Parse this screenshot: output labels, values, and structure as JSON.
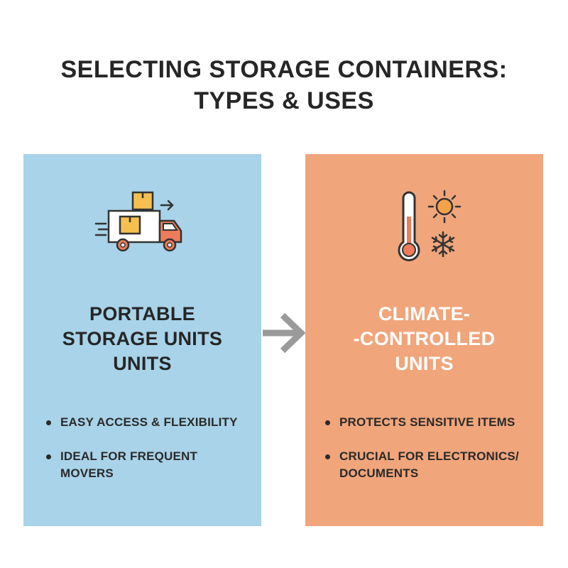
{
  "title": {
    "line1": "SELECTING STORAGE CONTAINERS:",
    "line2": "TYPES & USES"
  },
  "left_card": {
    "icon": "delivery-truck-icon",
    "heading_lines": [
      "PORTABLE",
      "STORAGE UNITS",
      "UNITS"
    ],
    "bullets": [
      "EASY ACCESS & FLEXIBILITY",
      "IDEAL FOR FREQUENT MOVERS"
    ],
    "background": "#a8d3e9"
  },
  "right_card": {
    "icon": "thermometer-sun-snowflake-icon",
    "heading_lines": [
      "CLIMATE-",
      "-CONTROLLED",
      "UNITS"
    ],
    "bullets": [
      "PROTECTS SENSITIVE ITEMS",
      [
        "CRUCIAL FOR ELECTRONICS/",
        "DOCUMENTS"
      ]
    ],
    "background": "#f0a57b"
  },
  "connector": {
    "icon": "arrow-right-icon",
    "color": "#9a9a9a"
  }
}
